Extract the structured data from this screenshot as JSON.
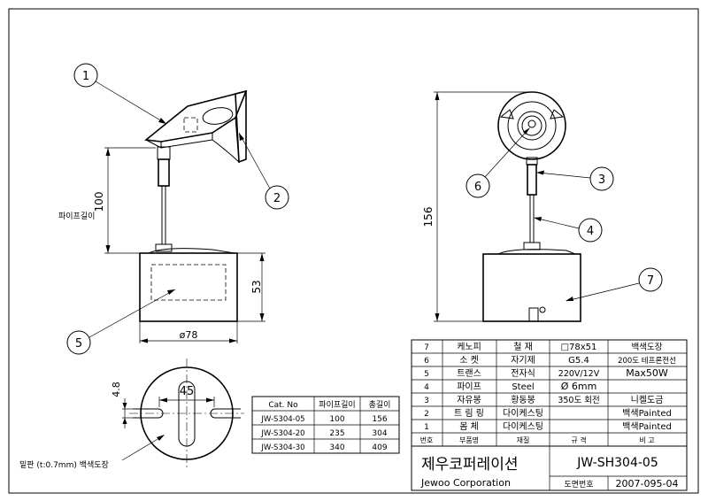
{
  "callouts": {
    "c1": "1",
    "c2": "2",
    "c3": "3",
    "c4": "4",
    "c5": "5",
    "c6": "6",
    "c7": "7"
  },
  "dimensions": {
    "pipe_length_value": "100",
    "pipe_length_label": "파이프길이",
    "body_height": "53",
    "body_diameter": "ø78",
    "total_height": "156",
    "bottom_depth": "4.8",
    "bottom_width": "45",
    "plate_note": "밑판 (t:0.7mm) 백색도장"
  },
  "catalog_table": {
    "headers": [
      "Cat. No",
      "파이프길이",
      "총길이"
    ],
    "rows": [
      [
        "JW-S304-05",
        "100",
        "156"
      ],
      [
        "JW-S304-20",
        "235",
        "304"
      ],
      [
        "JW-S304-30",
        "340",
        "409"
      ]
    ]
  },
  "parts_table": {
    "rows": [
      [
        "7",
        "케노피",
        "철   재",
        "□78x51",
        "백색도장"
      ],
      [
        "6",
        "소  켓",
        "자기제",
        "G5.4",
        "200도 테프론전선"
      ],
      [
        "5",
        "트랜스",
        "전자식",
        "220V/12V",
        "Max50W"
      ],
      [
        "4",
        "파이프",
        "Steel",
        "Ø 6mm",
        ""
      ],
      [
        "3",
        "자유봉",
        "황동봉",
        "350도 회전",
        "니켈도금"
      ],
      [
        "2",
        "트 림 링",
        "다이케스팅",
        "",
        "백색Painted"
      ],
      [
        "1",
        "몸  체",
        "다이케스팅",
        "",
        "백색Painted"
      ]
    ],
    "header": [
      "번호",
      "부품명",
      "재질",
      "규 격",
      "비 고"
    ]
  },
  "title_block": {
    "company_kr": "제우코퍼레이션",
    "company_en": "Jewoo Corporation",
    "drawing_no": "JW-SH304-05",
    "doc_label": "도면번호",
    "doc_no": "2007-095-04"
  }
}
